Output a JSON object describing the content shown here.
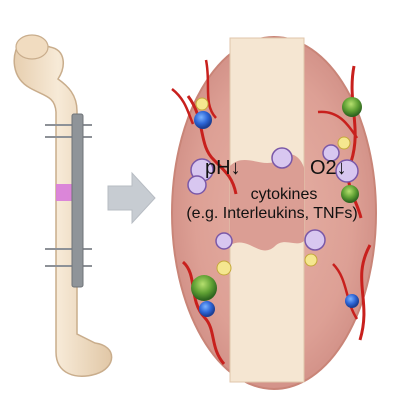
{
  "labels": {
    "ph": "pH↓",
    "o2": "O2↓",
    "cytokines": "cytokines",
    "examples": "(e.g. Interleukins, TNFs)"
  },
  "colors": {
    "background": "#ffffff",
    "bone": "#f1dcc0",
    "bone_outline": "#c9ad8c",
    "fixator_bar": "#8f9499",
    "fracture_zone": "#d87bd9",
    "callus_outer": "#e8b5aa",
    "callus_inner": "#dca49a",
    "vessel": "#c8201d",
    "arrow": "#c7ccd2",
    "text": "#111111"
  },
  "icons": {
    "arrow": "right-chevron-arrow-icon",
    "vessel": "blood-vessel-icon",
    "cell": "cell-icon"
  }
}
